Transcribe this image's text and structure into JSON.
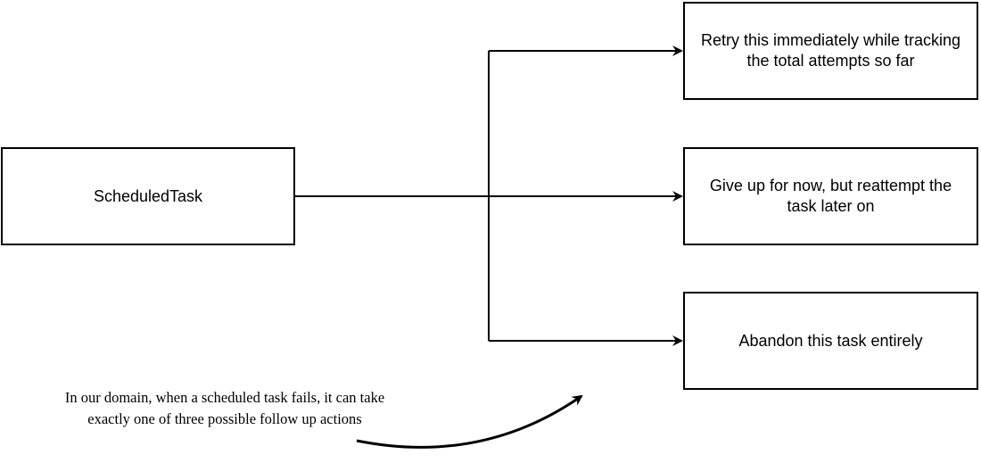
{
  "diagram": {
    "source": {
      "label": "ScheduledTask"
    },
    "outcomes": [
      {
        "label": "Retry this immediately while tracking the total attempts so far"
      },
      {
        "label": "Give up for now, but reattempt the task later on"
      },
      {
        "label": "Abandon this task entirely"
      }
    ],
    "annotation": "In our domain, when a scheduled task fails, it can take exactly one of three possible follow up actions"
  },
  "colors": {
    "stroke": "#000000",
    "background": "#ffffff"
  }
}
